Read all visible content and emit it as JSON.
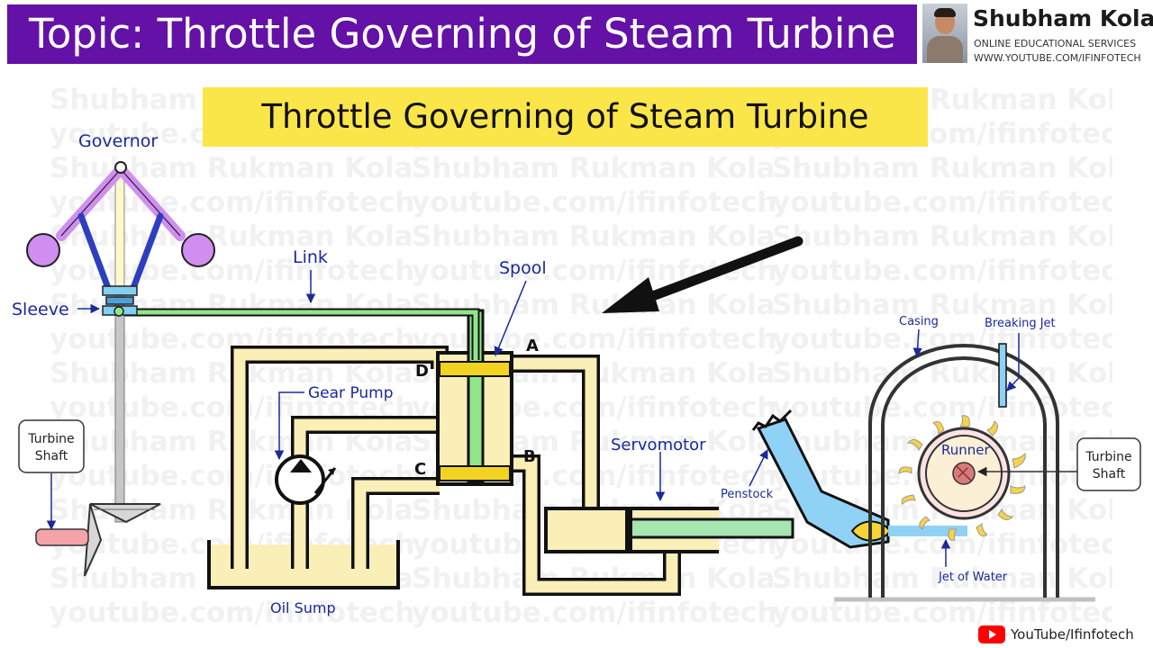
{
  "header": {
    "title": "Topic: Throttle Governing of Steam Turbine",
    "brand_name": "Shubham Kola",
    "brand_tagline": "ONLINE EDUCATIONAL SERVICES",
    "brand_url": "WWW.YOUTUBE.COM/IFINFOTECH"
  },
  "banner": {
    "title": "Throttle Governing of Steam Turbine"
  },
  "labels": {
    "governor": "Governor",
    "link": "Link",
    "sleeve": "Sleeve",
    "turbine_shaft_left": "Turbine Shaft",
    "spool": "Spool",
    "gear_pump": "Gear Pump",
    "oil_sump": "Oil Sump",
    "servomotor": "Servomotor",
    "penstock": "Penstock",
    "casing": "Casing",
    "breaking_jet": "Breaking Jet",
    "runner": "Runner",
    "turbine_shaft_right": "Turbine Shaft",
    "jet_of_water": "Jet of Water",
    "port_a": "A",
    "port_b": "B",
    "port_c": "C",
    "port_d": "D"
  },
  "watermark": {
    "line1": "Shubham Rukman Kola",
    "line2": "youtube.com/ifinfotech"
  },
  "footer": {
    "channel": "YouTube/Ifinfotech"
  },
  "colors": {
    "title_bar": "#6311a6",
    "banner": "#fbe64a",
    "governor": "#d08ef0",
    "oil": "#fbefb8",
    "link_rod": "#92e68a",
    "water": "#8fd2f5",
    "label_text": "#1a2a9a",
    "youtube_red": "#ff0000"
  }
}
